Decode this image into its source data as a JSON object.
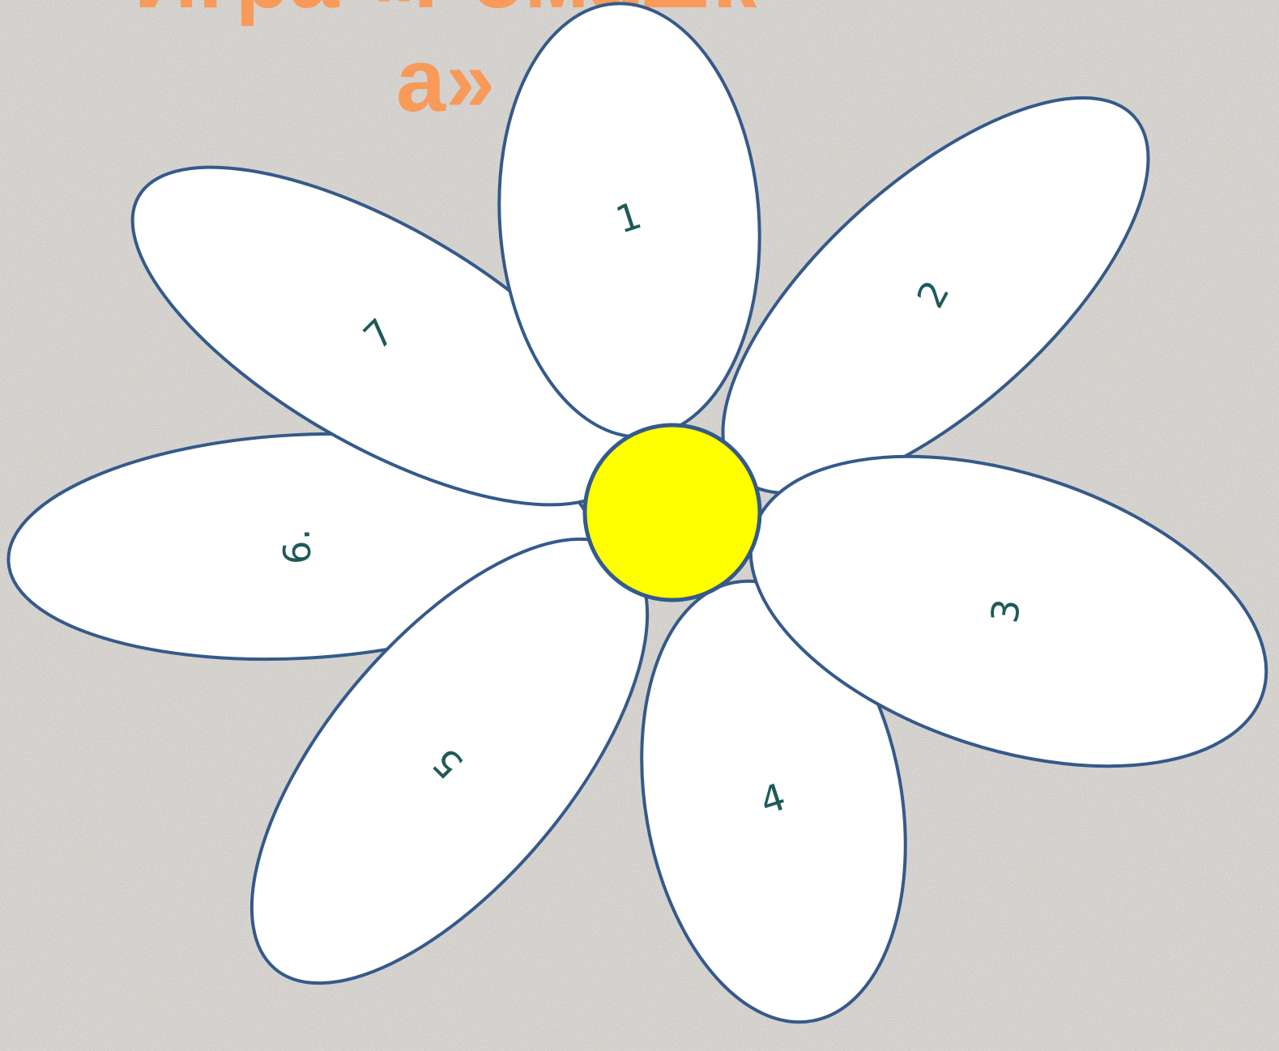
{
  "slide": {
    "title_line_1": "Игра «Ромашк",
    "title_line_2": "а»",
    "title_color": "#f79a5a",
    "background_color": "#d6d3cf"
  },
  "flower": {
    "petal_fill": "#ffffff",
    "petal_outline": "#355a8a",
    "center_fill": "#ffff00",
    "petals": [
      {
        "number": "1"
      },
      {
        "number": "2"
      },
      {
        "number": "3"
      },
      {
        "number": "4"
      },
      {
        "number": "5"
      },
      {
        "number": "6."
      },
      {
        "number": "7"
      }
    ]
  }
}
